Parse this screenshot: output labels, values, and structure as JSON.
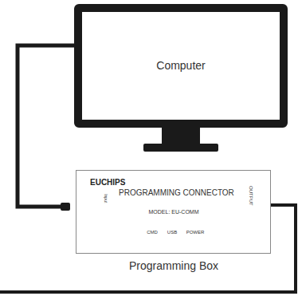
{
  "diagram": {
    "nodes": [
      {
        "text": [
          "Computer"
        ]
      },
      {
        "text": [
          "EUCHIPS",
          "PROGRAMMING CONNECTOR",
          "MODEL: EU-COMM",
          "Programming Box"
        ]
      }
    ],
    "edges": [
      {
        "from": 0,
        "to": 1,
        "arrow": "none"
      }
    ],
    "labels": [
      "Input",
      "CMD",
      "USB",
      "POWER",
      "OUTPUT"
    ]
  }
}
